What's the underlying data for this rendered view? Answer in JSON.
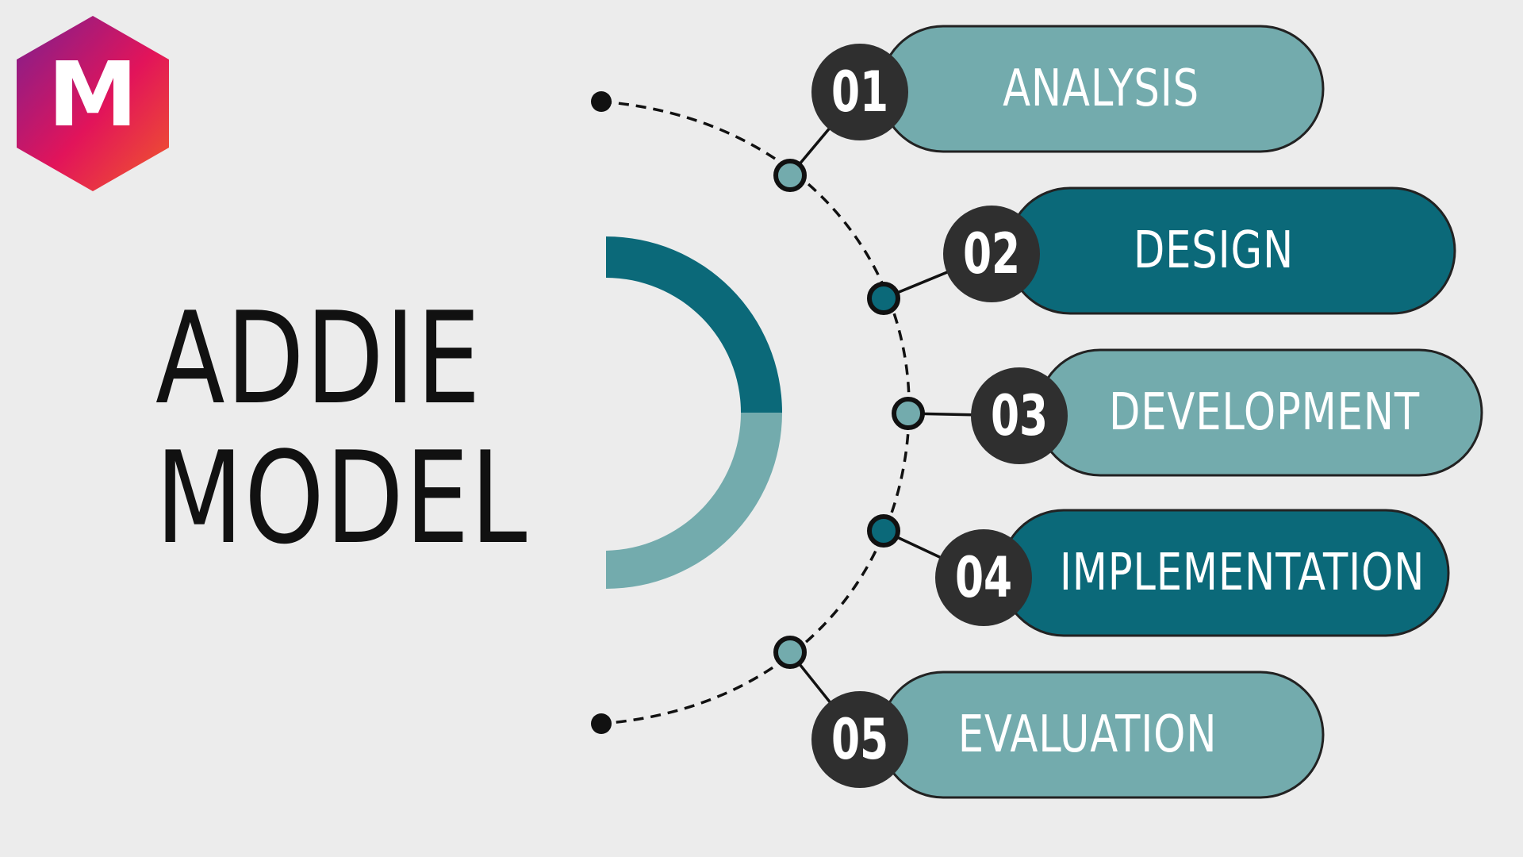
{
  "logo": {
    "letter": "M",
    "gradient": [
      "#7d1f8f",
      "#e2145a",
      "#f05a2a"
    ]
  },
  "title": {
    "line1": "ADDIE",
    "line2": "MODEL"
  },
  "colors": {
    "background": "#ececec",
    "dark_teal": "#0b6979",
    "light_teal": "#73abad",
    "badge": "#2f2f2f",
    "line": "#111111"
  },
  "steps": [
    {
      "number": "01",
      "label": "ANALYSIS",
      "shade": "light"
    },
    {
      "number": "02",
      "label": "DESIGN",
      "shade": "dark"
    },
    {
      "number": "03",
      "label": "DEVELOPMENT",
      "shade": "light"
    },
    {
      "number": "04",
      "label": "IMPLEMENTATION",
      "shade": "dark"
    },
    {
      "number": "05",
      "label": "EVALUATION",
      "shade": "light"
    }
  ]
}
